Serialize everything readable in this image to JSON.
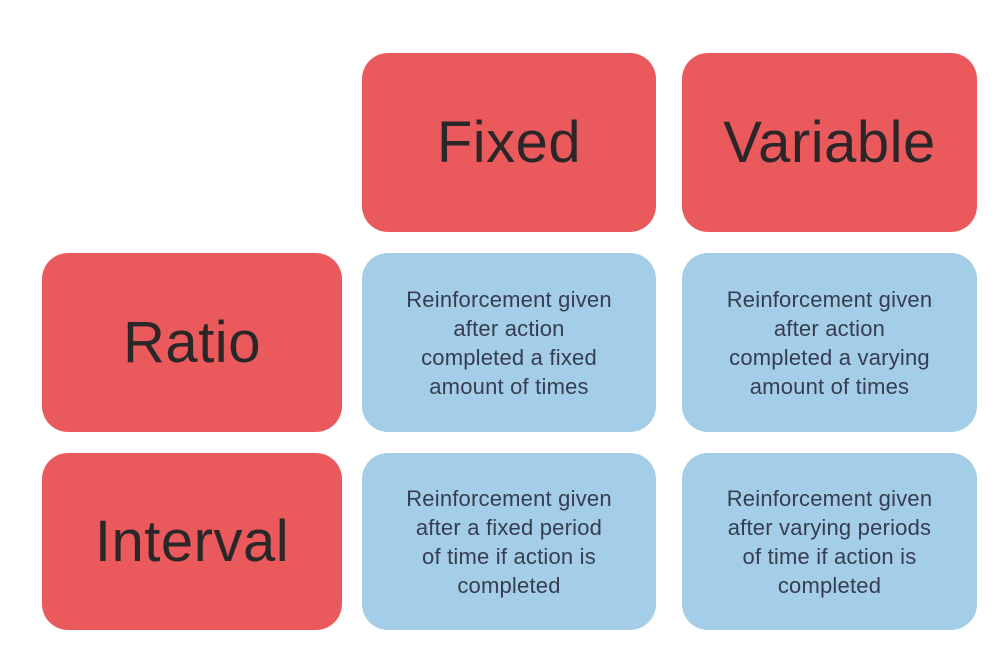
{
  "palette": {
    "background": "#ffffff",
    "header_box": "#ea5a5c",
    "info_box": "#a4cde7",
    "header_text": "#2b2728",
    "info_text": "#363d50"
  },
  "matrix": {
    "column_headers": [
      {
        "label": "Fixed"
      },
      {
        "label": "Variable"
      }
    ],
    "row_headers": [
      {
        "label": "Ratio"
      },
      {
        "label": "Interval"
      }
    ],
    "cells": {
      "ratio_fixed": "Reinforcement given\nafter action\ncompleted a fixed\namount of times",
      "ratio_variable": "Reinforcement given\nafter action\ncompleted a varying\namount of times",
      "interval_fixed": "Reinforcement given\nafter a fixed period\nof time if action is\ncompleted",
      "interval_variable": "Reinforcement given\nafter varying periods\nof time if action is\ncompleted"
    }
  }
}
